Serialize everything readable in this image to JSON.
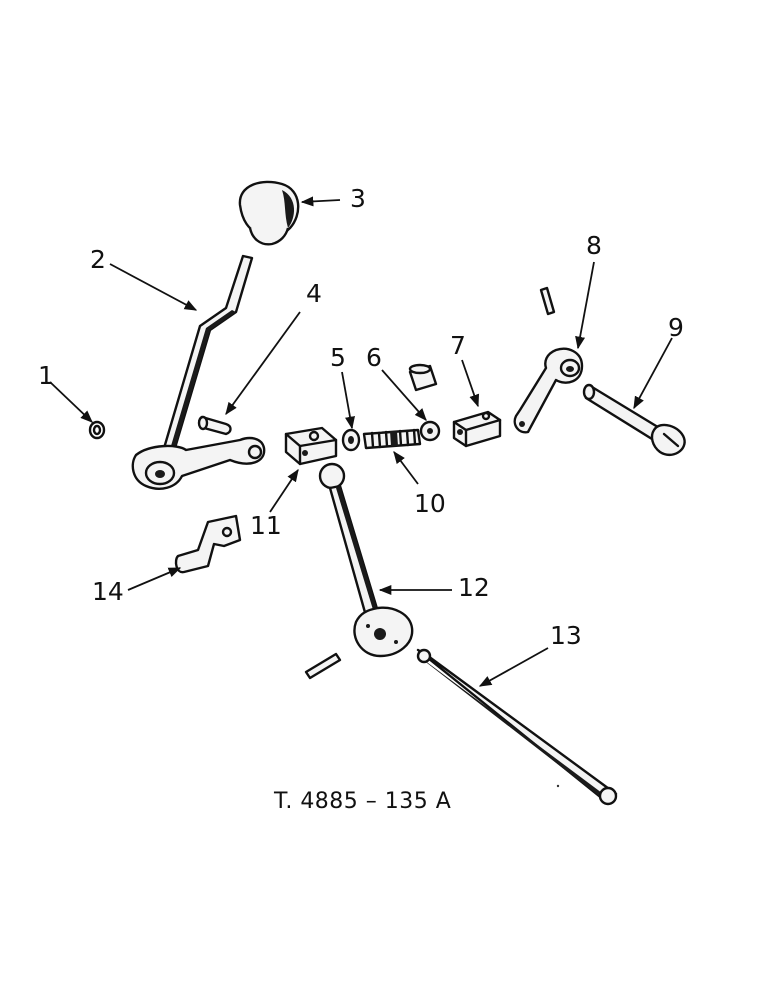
{
  "diagram": {
    "callouts": [
      {
        "id": 1,
        "label": "1"
      },
      {
        "id": 2,
        "label": "2"
      },
      {
        "id": 3,
        "label": "3"
      },
      {
        "id": 4,
        "label": "4"
      },
      {
        "id": 5,
        "label": "5"
      },
      {
        "id": 6,
        "label": "6"
      },
      {
        "id": 7,
        "label": "7"
      },
      {
        "id": 8,
        "label": "8"
      },
      {
        "id": 9,
        "label": "9"
      },
      {
        "id": 10,
        "label": "10"
      },
      {
        "id": 11,
        "label": "11"
      },
      {
        "id": 12,
        "label": "12"
      },
      {
        "id": 13,
        "label": "13"
      },
      {
        "id": 14,
        "label": "14"
      }
    ],
    "caption": "T. 4885 – 135 A"
  }
}
